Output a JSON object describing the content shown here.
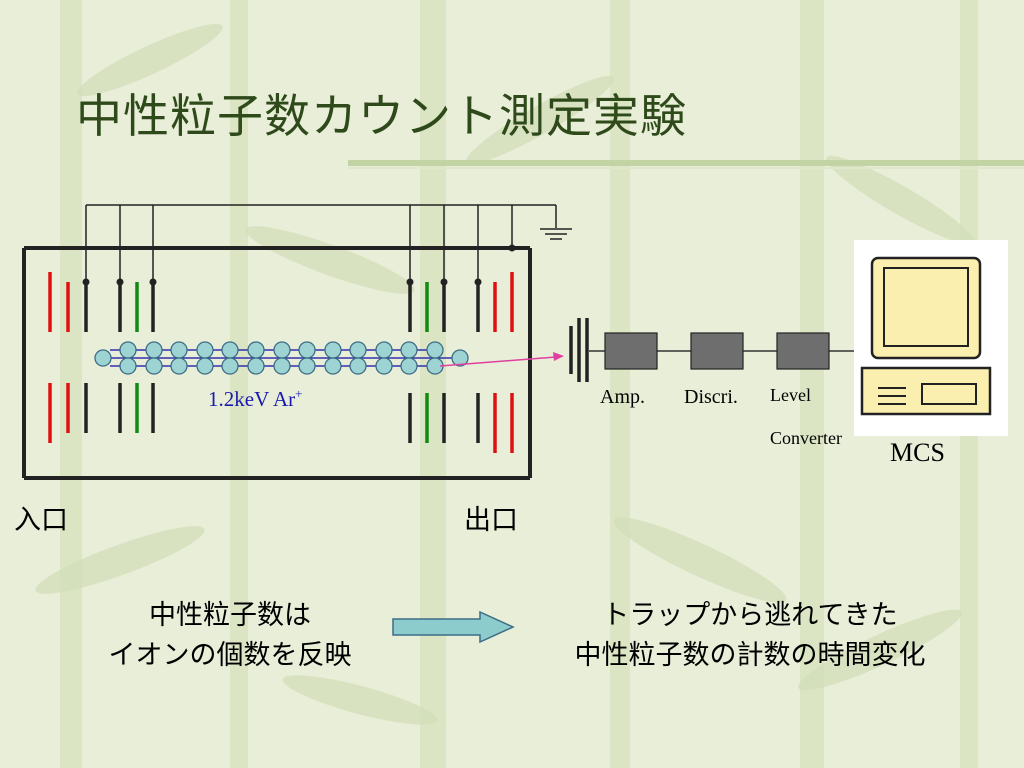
{
  "slide": {
    "title": "中性粒子数カウント測定実験"
  },
  "diagram": {
    "ion_beam_label": "1.2keV  Ar",
    "ion_charge": "+",
    "amp_label": "Amp.",
    "discri_label": "Discri.",
    "level_label": "Level",
    "converter_label": "Converter",
    "mcs_label": "MCS",
    "entrance_label": "入口",
    "exit_label": "出口",
    "colors": {
      "red_electrode": "#e01010",
      "green_electrode": "#108a10",
      "particle": "#9ed3d3",
      "arrow": "#8ccccc",
      "beam_arrow": "#e040a0",
      "computer": "#fbefb0"
    }
  },
  "captions": {
    "left_line1": "中性粒子数は",
    "left_line2": "イオンの個数を反映",
    "right_line1": "トラップから逃れてきた",
    "right_line2": "中性粒子数の計数の時間変化"
  }
}
